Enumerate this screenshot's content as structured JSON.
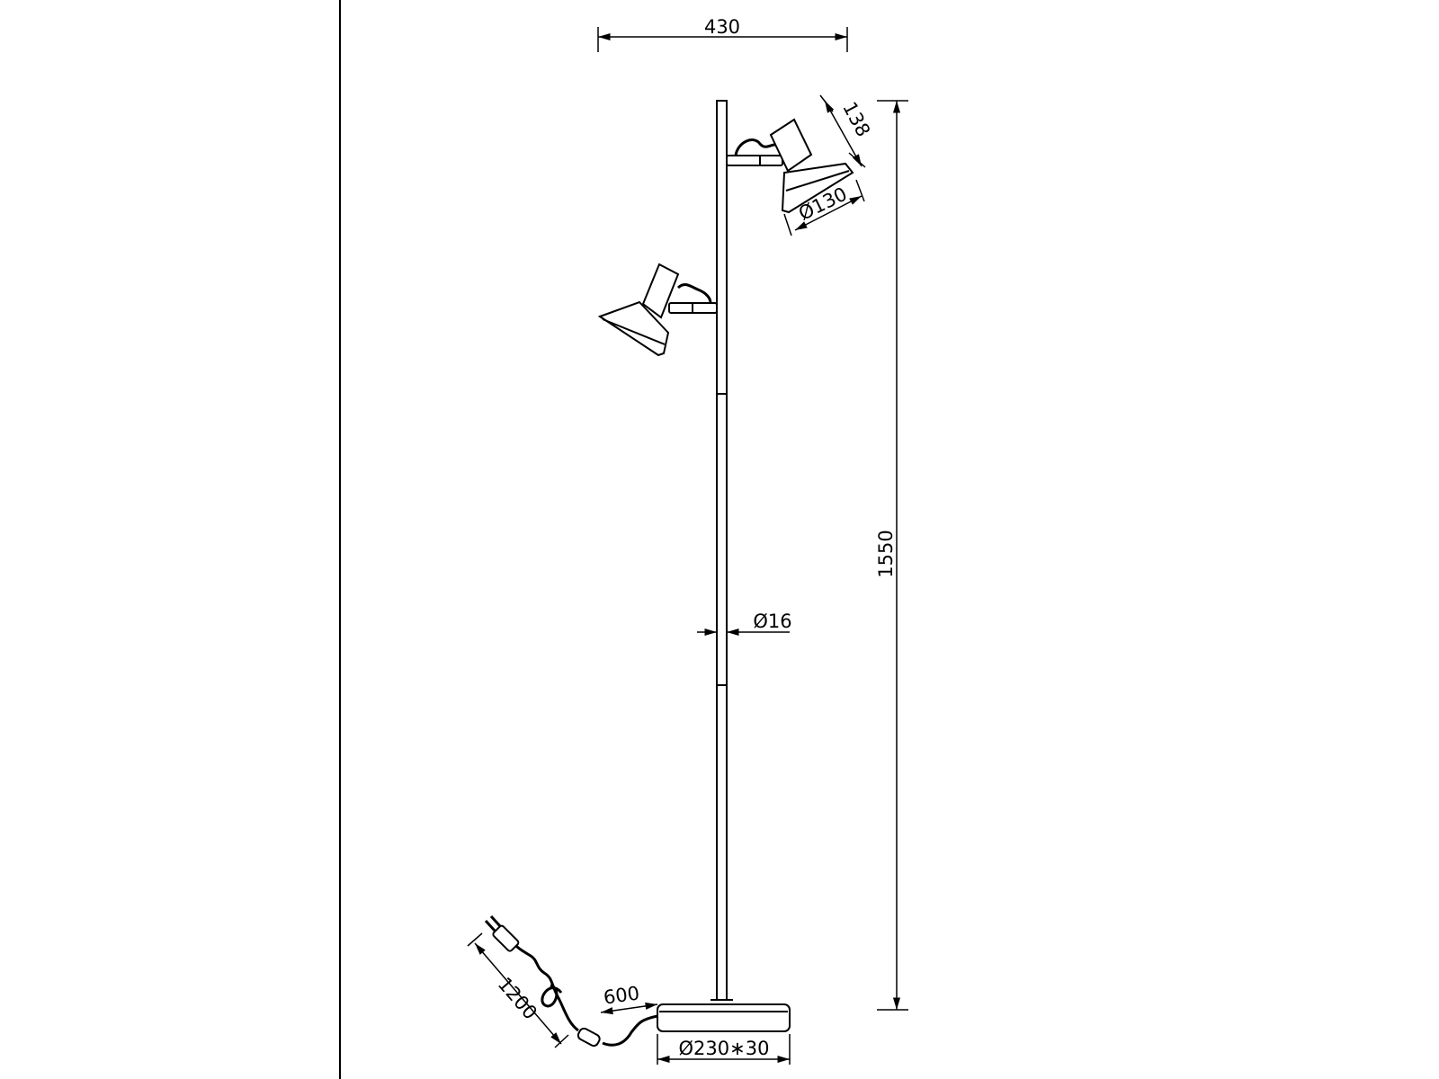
{
  "dimensions": {
    "width_top": "430",
    "head_height": "138",
    "head_diameter": "Ø130",
    "total_height": "1550",
    "pole_diameter": "Ø16",
    "cord_to_switch": "600",
    "cord_total": "1200",
    "base_size": "Ø230∗30"
  },
  "colors": {
    "line": "#000000",
    "background": "#ffffff"
  }
}
